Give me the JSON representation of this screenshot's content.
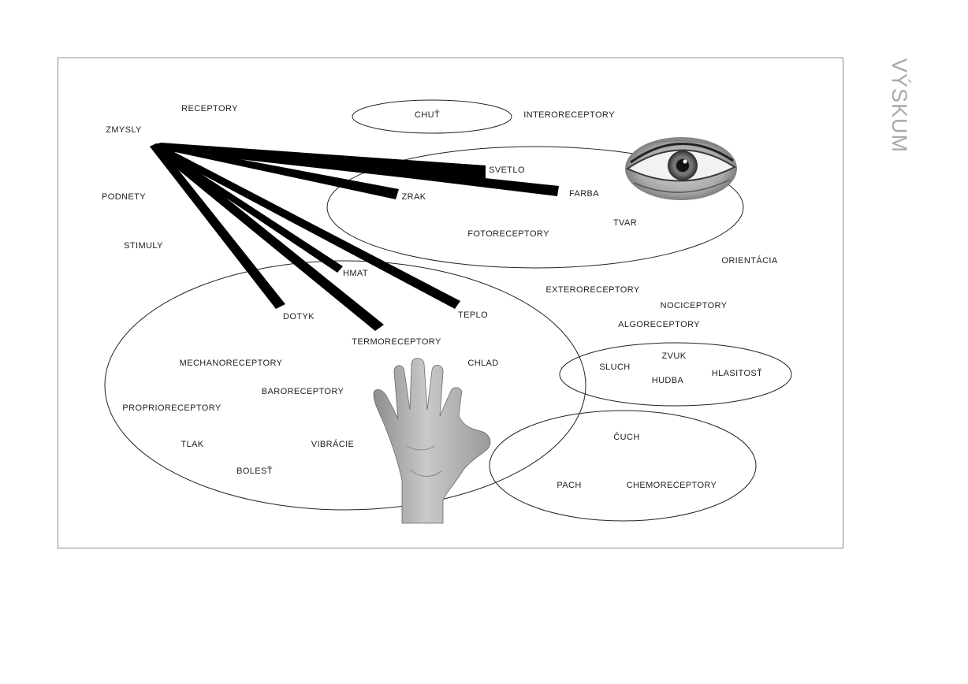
{
  "page": {
    "side_title": "VÝSKUM"
  },
  "diagram": {
    "hub": "ZMYSLY",
    "groups": [
      {
        "id": "taste",
        "members": [
          "CHUŤ"
        ]
      },
      {
        "id": "vision",
        "members": [
          "ZRAK",
          "SVETLO",
          "FARBA",
          "TVAR",
          "FOTORECEPTORY"
        ]
      },
      {
        "id": "touch",
        "members": [
          "DOTYK",
          "HMAT",
          "TEPLO",
          "TERMORECEPTORY",
          "CHLAD",
          "MECHANORECEPTORY",
          "BARORECEPTORY",
          "PROPRIORECEPTORY",
          "TLAK",
          "VIBRÁCIE",
          "BOLESŤ"
        ]
      },
      {
        "id": "hearing",
        "members": [
          "SLUCH",
          "ZVUK",
          "HUDBA",
          "HLASITOSŤ"
        ]
      },
      {
        "id": "smell",
        "members": [
          "ČUCH",
          "PACH",
          "CHEMORECEPTORY"
        ]
      }
    ],
    "hub_connections": [
      "SVETLO",
      "FARBA",
      "ZRAK",
      "HMAT",
      "TEPLO",
      "DOTYK",
      "TERMORECEPTORY"
    ],
    "colors": {
      "connector": "#000000",
      "ellipse_stroke": "#222222",
      "frame": "#8a8a8a",
      "side_title": "#a8a8a8"
    }
  },
  "terms": {
    "receptory": "RECEPTORY",
    "zmysly": "ZMYSLY",
    "podnety": "PODNETY",
    "stimuly": "STIMULY",
    "chut": "CHUŤ",
    "interoreceptory": "INTERORECEPTORY",
    "svetlo": "SVETLO",
    "zrak": "ZRAK",
    "farba": "FARBA",
    "tvar": "TVAR",
    "fotoreceptory": "FOTORECEPTORY",
    "orientacia": "ORIENTÁCIA",
    "hmat": "HMAT",
    "exteroreceptory": "EXTERORECEPTORY",
    "nociceptory": "NOCICEPTORY",
    "dotyk": "DOTYK",
    "teplo": "TEPLO",
    "algoreceptory": "ALGORECEPTORY",
    "termoreceptory": "TERMORECEPTORY",
    "zvuk": "ZVUK",
    "mechanoreceptory": "MECHANORECEPTORY",
    "chlad": "CHLAD",
    "sluch": "SLUCH",
    "hlasitost": "HLASITOSŤ",
    "hudba": "HUDBA",
    "baroreceptory": "BARORECEPTORY",
    "proprioreceptory": "PROPRIORECEPTORY",
    "cuch": "ČUCH",
    "tlak": "TLAK",
    "vibracie": "VIBRÁCIE",
    "pach": "PACH",
    "chemoreceptory": "CHEMORECEPTORY",
    "bolest": "BOLESŤ"
  }
}
